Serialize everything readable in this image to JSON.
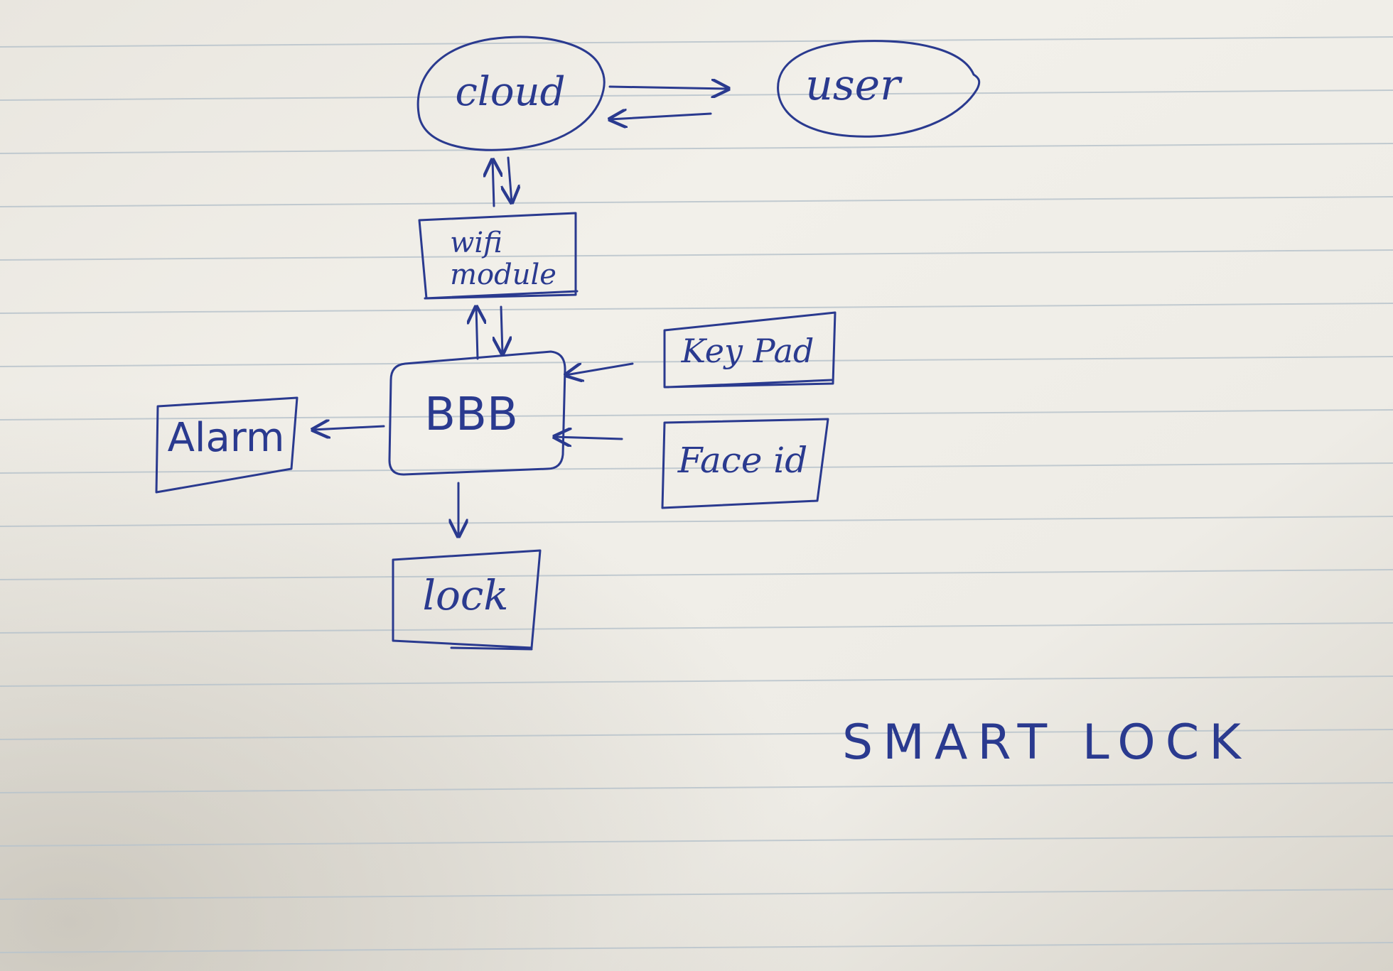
{
  "diagram": {
    "title": "SMART LOCK",
    "nodes": {
      "cloud": "cloud",
      "user": "user",
      "wifi_line1": "wifi",
      "wifi_line2": "module",
      "bbb": "BBB",
      "keypad": "Key Pad",
      "faceid": "Face id",
      "alarm": "Alarm",
      "lock": "lock"
    },
    "edges": [
      {
        "from": "cloud",
        "to": "user",
        "bidirectional": true
      },
      {
        "from": "cloud",
        "to": "wifi module",
        "bidirectional": true
      },
      {
        "from": "wifi module",
        "to": "BBB",
        "bidirectional": true
      },
      {
        "from": "Key Pad",
        "to": "BBB",
        "bidirectional": false
      },
      {
        "from": "Face id",
        "to": "BBB",
        "bidirectional": false
      },
      {
        "from": "BBB",
        "to": "Alarm",
        "bidirectional": false
      },
      {
        "from": "BBB",
        "to": "lock",
        "bidirectional": false
      }
    ]
  },
  "colors": {
    "ink": "#2a3a8f",
    "paper": "#f1efe9",
    "rule_line": "#b9c4cc"
  }
}
